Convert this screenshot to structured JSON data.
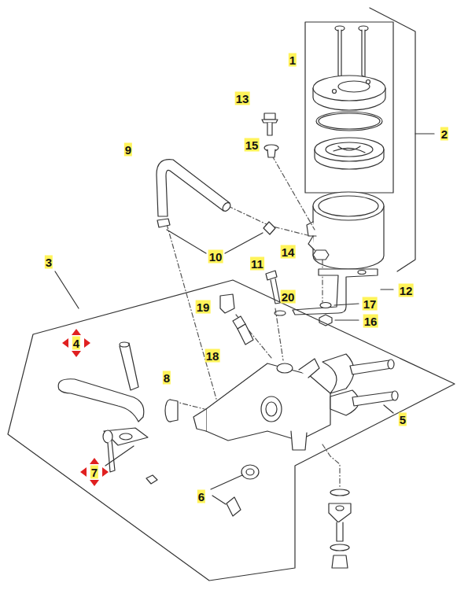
{
  "diagram": {
    "labels": [
      "1",
      "13",
      "2",
      "15",
      "9",
      "10",
      "14",
      "11",
      "3",
      "20",
      "12",
      "17",
      "19",
      "16",
      "4",
      "18",
      "8",
      "5",
      "7",
      "6"
    ]
  }
}
